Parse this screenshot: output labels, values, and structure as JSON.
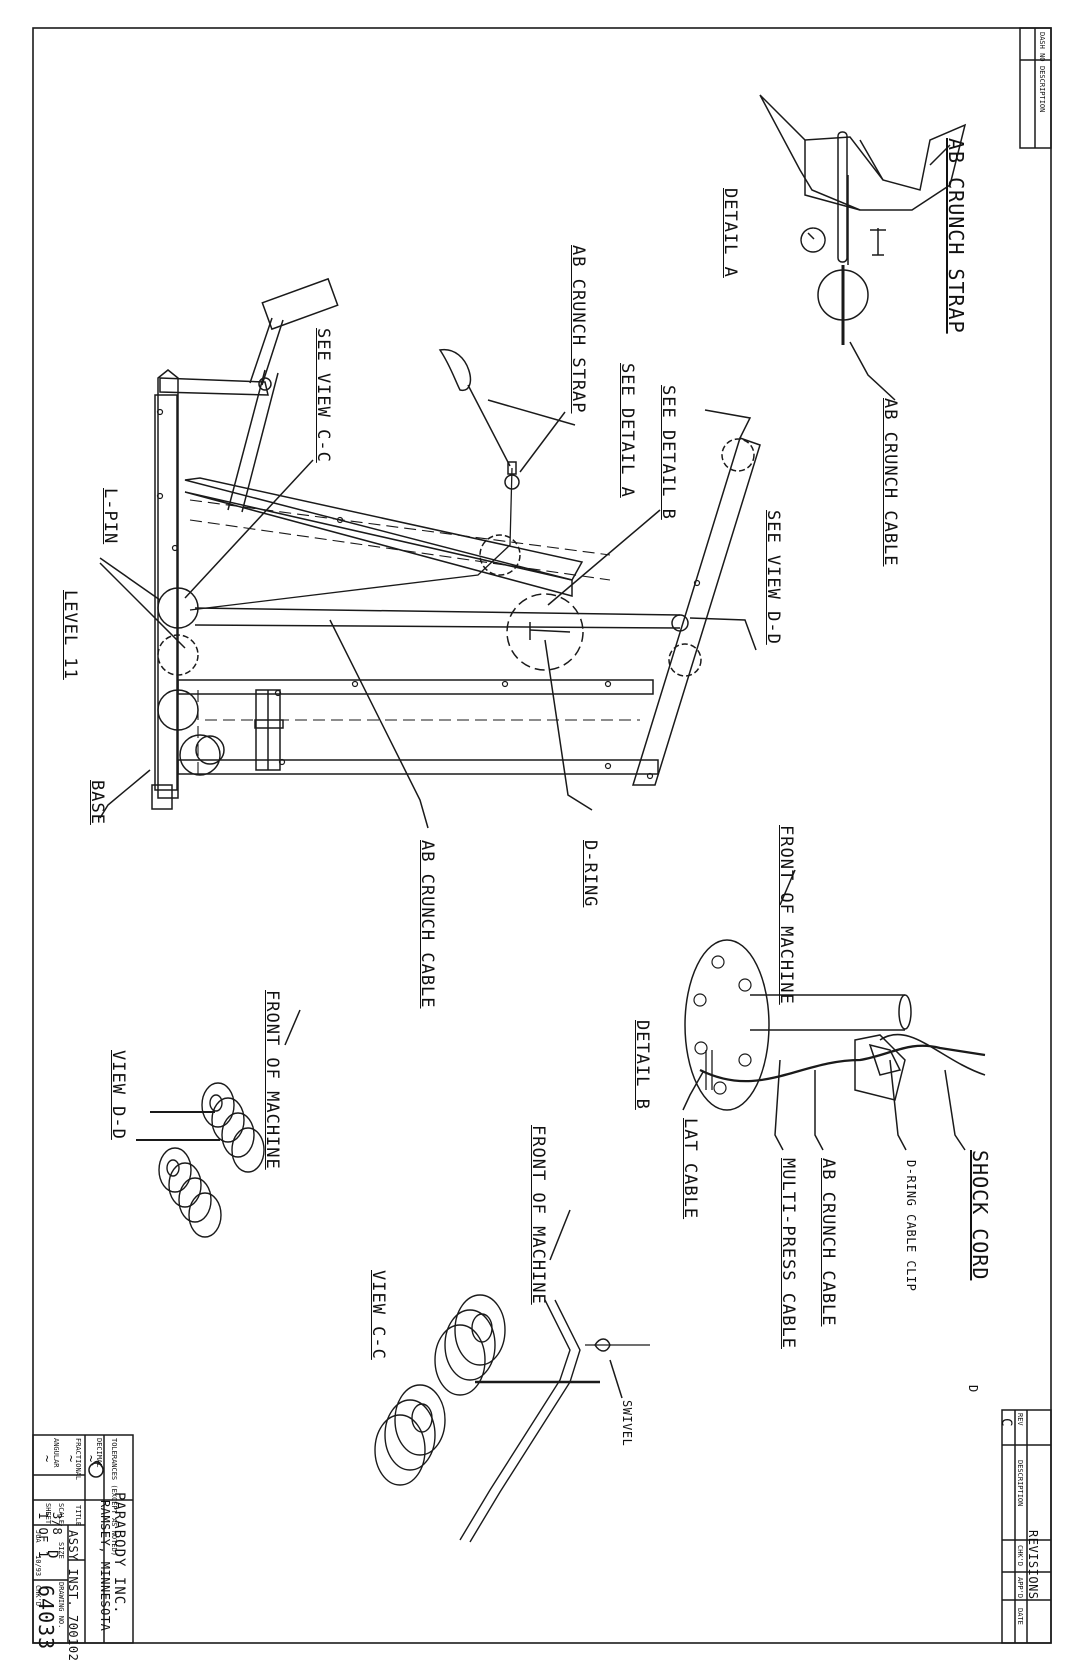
{
  "drawing": {
    "labels": {
      "ab_crunch_strap_top": "AB CRUNCH STRAP",
      "detail_a": "DETAIL A",
      "ab_crunch_cable_top": "AB CRUNCH CABLE",
      "ab_crunch_strap_mid": "AB CRUNCH STRAP",
      "see_detail_a": "SEE DETAIL A",
      "see_detail_b": "SEE DETAIL B",
      "see_view_cc": "SEE VIEW C-C",
      "see_view_dd": "SEE VIEW D-D",
      "l_pin": "L-PIN",
      "level": "LEVEL 11",
      "base": "BASE",
      "ab_crunch_cable_mid": "AB CRUNCH CABLE",
      "d_ring": "D-RING",
      "front_of_machine_1": "FRONT OF MACHINE",
      "front_of_machine_2": "FRONT OF MACHINE",
      "front_of_machine_3": "FRONT OF MACHINE",
      "detail_b": "DETAIL B",
      "shock_cord": "SHOCK CORD",
      "d_ring_cable_clip": "D-RING CABLE CLIP",
      "ab_crunch_cable_b": "AB CRUNCH CABLE",
      "multi_press_cable": "MULTI-PRESS CABLE",
      "lat_cable": "LAT CABLE",
      "view_dd": "VIEW D-D",
      "view_cc": "VIEW C-C",
      "swivel": "SWIVEL",
      "rev_mark": "D"
    },
    "revisions": {
      "title": "REVISIONS",
      "col_rev": "REV",
      "col_description": "DESCRIPTION",
      "col_chk": "CHK'D",
      "col_appd": "APP'D",
      "col_date": "DATE",
      "rev": "C"
    },
    "top_block": {
      "col_dash": "DASH NO",
      "col_description": "DESCRIPTION"
    },
    "title_block": {
      "company": "PARABODY INC.",
      "location": "RAMSEY, MINNESOTA",
      "title_label": "TITLE",
      "title": "ASSY INST. 700102",
      "tolerances": "TOLERANCES (EXCEPT AS NOTED)",
      "decimal": "DECIMAL",
      "fractional": "FRACTIONAL",
      "angular": "ANGULAR",
      "tol_value": "~",
      "scale_label": "SCALE",
      "scale": "3/8",
      "size_label": "SIZE",
      "size": "D",
      "sheet_label": "SHEET",
      "sheet": "1 OF 1",
      "drawing_no_label": "DRAWING NO.",
      "drawing_no": "64033",
      "date": "10/93",
      "chk": "CHK'D",
      "drawn": "JUA"
    }
  }
}
